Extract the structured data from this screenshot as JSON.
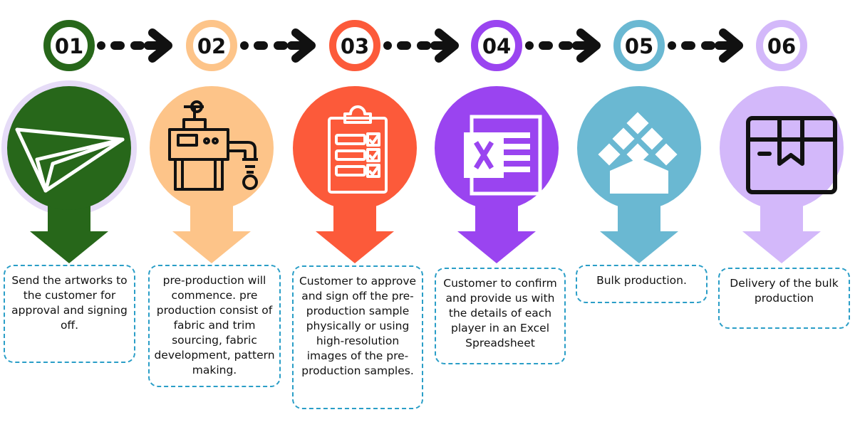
{
  "colors": {
    "step1": "#27671a",
    "step2": "#fdc489",
    "step3": "#fc5a3a",
    "step4": "#9a44f0",
    "step5": "#6ab8d2",
    "step6": "#d3b8fa",
    "arrow": "#111111",
    "box_border": "#2a9ec7"
  },
  "steps": [
    {
      "number": "01",
      "icon": "paper-plane-icon",
      "text": "Send the artworks to the customer for approval and signing off."
    },
    {
      "number": "02",
      "icon": "production-machine-icon",
      "text": "pre-production will commence. pre production consist of fabric and trim sourcing, fabric development, pattern making."
    },
    {
      "number": "03",
      "icon": "checklist-clipboard-icon",
      "text": "Customer to approve and sign off the pre-production sample physically or using high-resolution images of the pre-production samples."
    },
    {
      "number": "04",
      "icon": "excel-spreadsheet-icon",
      "text": "Customer to confirm and provide us with the details of each player in an Excel Spreadsheet"
    },
    {
      "number": "05",
      "icon": "bulk-stack-icon",
      "text": "Bulk production."
    },
    {
      "number": "06",
      "icon": "delivery-box-icon",
      "text": "Delivery of the bulk production"
    }
  ]
}
